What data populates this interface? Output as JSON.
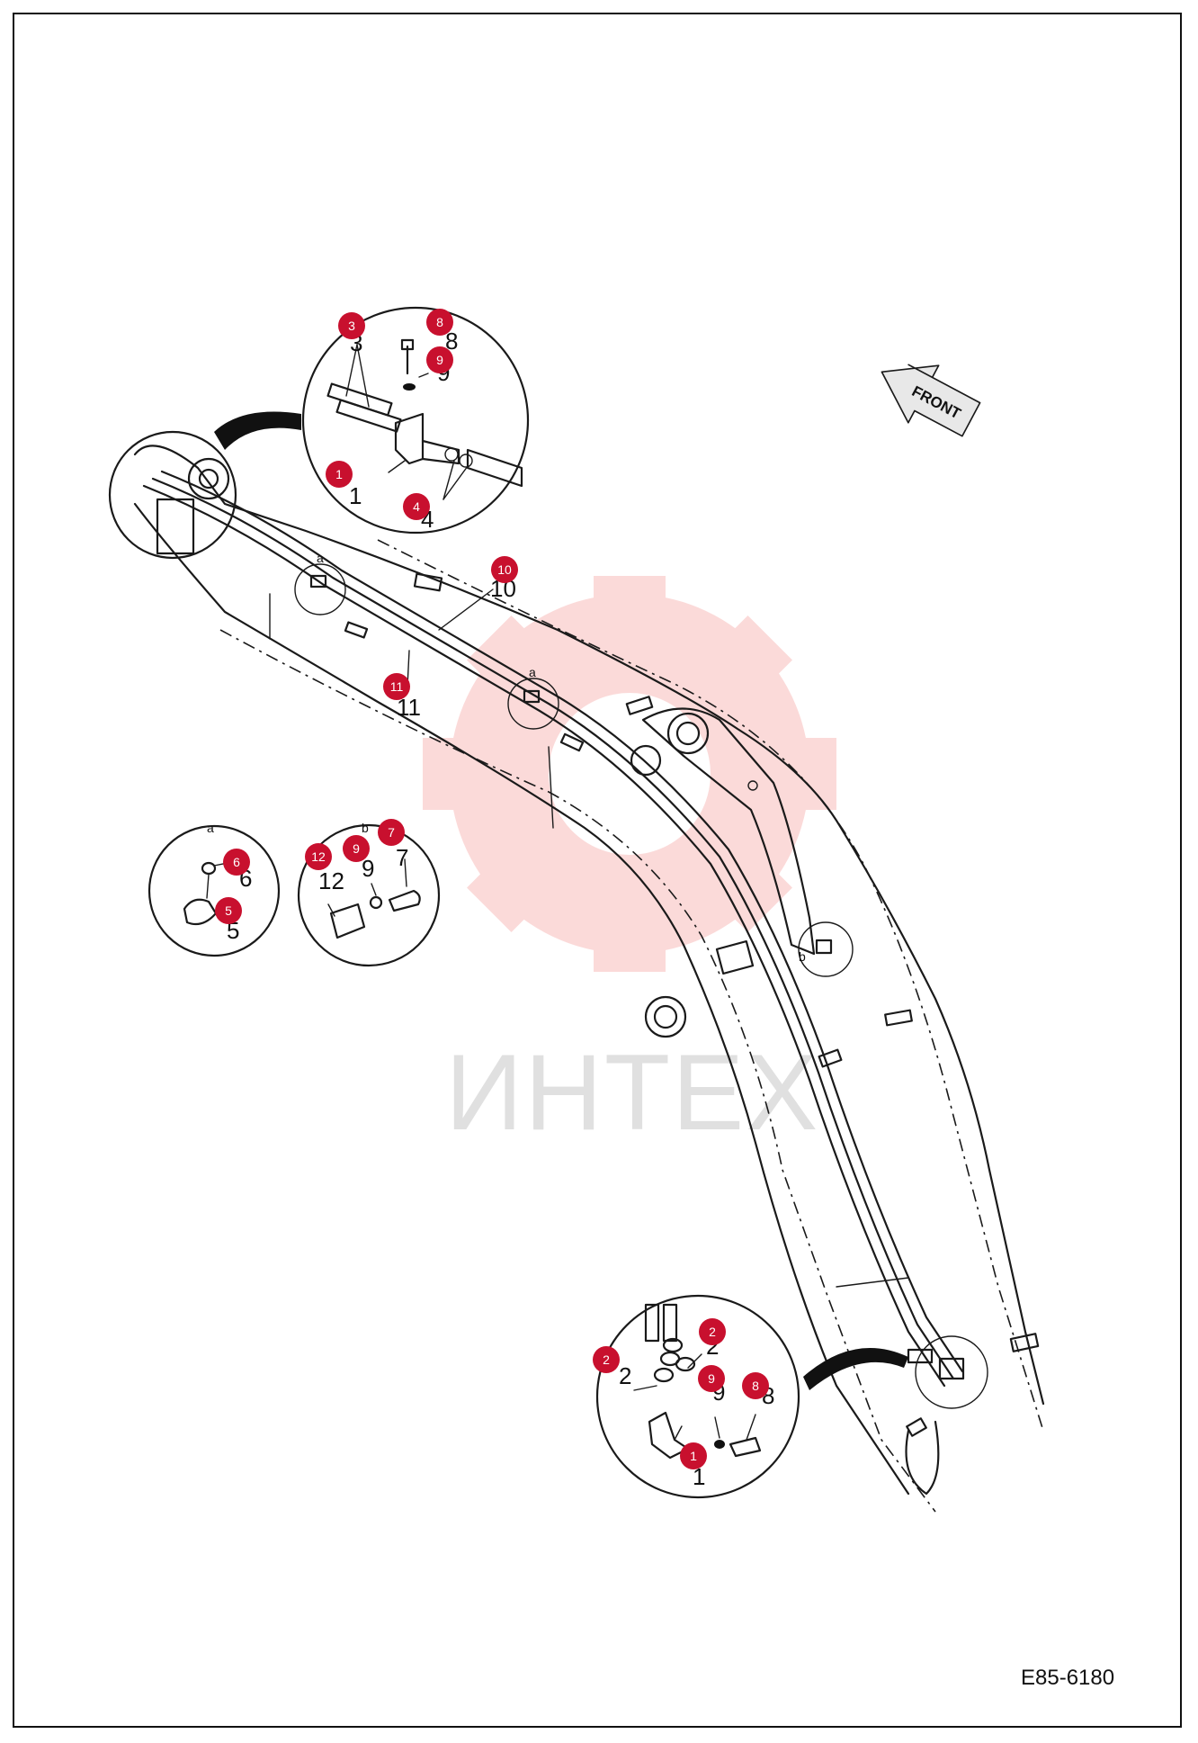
{
  "drawing_code": "E85-6180",
  "front_arrow": {
    "label": "FRONT"
  },
  "watermark": {
    "text": "ИНТЕХ"
  },
  "callout_color": "#c8102e",
  "view_marks": {
    "a": "a",
    "b": "b"
  },
  "details": {
    "top": {
      "callouts": [
        "3",
        "8",
        "9",
        "1",
        "4"
      ],
      "labels": [
        "3",
        "8",
        "9",
        "1",
        "4"
      ]
    },
    "left_a": {
      "view": "a",
      "callouts": [
        "6",
        "5"
      ],
      "labels": [
        "6",
        "5"
      ]
    },
    "left_b": {
      "view": "b",
      "callouts": [
        "12",
        "9",
        "7"
      ],
      "labels": [
        "12",
        "9",
        "7"
      ]
    },
    "bottom": {
      "callouts": [
        "2",
        "2",
        "9",
        "8",
        "1"
      ],
      "labels": [
        "2",
        "2",
        "9",
        "8",
        "1"
      ]
    },
    "main": {
      "callouts": [
        "10",
        "11"
      ],
      "labels": [
        "10",
        "11"
      ]
    }
  }
}
